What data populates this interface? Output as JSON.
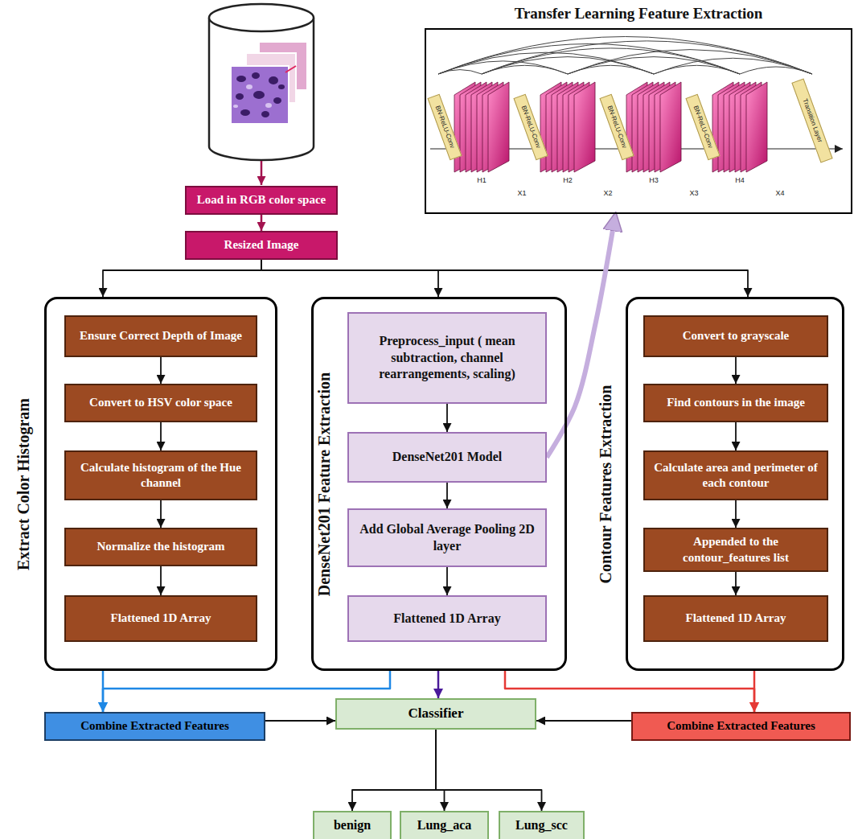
{
  "diagram": {
    "nodes": [
      {
        "text": [
          "Transfer Learning Feature Extraction"
        ]
      },
      {
        "text": [
          "Load in RGB color space"
        ]
      },
      {
        "text": [
          "Resized Image"
        ]
      },
      {
        "text": [
          "Extract Color Histogram"
        ]
      },
      {
        "text": [
          "Ensure Correct Depth of Image"
        ],
        "in": 3
      },
      {
        "text": [
          "Convert to HSV color space"
        ],
        "in": 3
      },
      {
        "text": [
          "Calculate histogram of the Hue channel"
        ],
        "in": 3
      },
      {
        "text": [
          "Normalize the histogram"
        ],
        "in": 3
      },
      {
        "text": [
          "Flattened 1D Array"
        ],
        "in": 3
      },
      {
        "text": [
          "DenseNet201 Feature Extraction"
        ]
      },
      {
        "text": [
          "Preprocess_input ( mean subtraction, channel rearrangements, scaling)"
        ],
        "in": 9
      },
      {
        "text": [
          "DenseNet201 Model"
        ],
        "in": 9
      },
      {
        "text": [
          "Add Global Average Pooling 2D layer"
        ],
        "in": 9
      },
      {
        "text": [
          "Flattened 1D Array"
        ],
        "in": 9
      },
      {
        "text": [
          "Contour Features Extraction"
        ]
      },
      {
        "text": [
          "Convert to grayscale"
        ],
        "in": 14
      },
      {
        "text": [
          "Find contours in the image"
        ],
        "in": 14
      },
      {
        "text": [
          "Calculate area and perimeter of each contour"
        ],
        "in": 14
      },
      {
        "text": [
          "Appended to the contour_features list"
        ],
        "in": 14
      },
      {
        "text": [
          "Flattened 1D Array"
        ],
        "in": 14
      },
      {
        "text": [
          "Combine Extracted Features"
        ]
      },
      {
        "text": [
          "Classifier"
        ]
      },
      {
        "text": [
          "Combine Extracted Features"
        ]
      },
      {
        "text": [
          "benign"
        ]
      },
      {
        "text": [
          "Lung_aca"
        ]
      },
      {
        "text": [
          "Lung_scc"
        ]
      }
    ],
    "edges": [
      {
        "from": 1,
        "to": 2,
        "arrow": "to"
      },
      {
        "from": 2,
        "to": 3,
        "arrow": "to"
      },
      {
        "from": 2,
        "to": 9,
        "arrow": "to"
      },
      {
        "from": 2,
        "to": 14,
        "arrow": "to"
      },
      {
        "from": 4,
        "to": 5,
        "arrow": "to"
      },
      {
        "from": 5,
        "to": 6,
        "arrow": "to"
      },
      {
        "from": 6,
        "to": 7,
        "arrow": "to"
      },
      {
        "from": 7,
        "to": 8,
        "arrow": "to"
      },
      {
        "from": 10,
        "to": 11,
        "arrow": "to"
      },
      {
        "from": 11,
        "to": 12,
        "arrow": "to"
      },
      {
        "from": 12,
        "to": 13,
        "arrow": "to"
      },
      {
        "from": 15,
        "to": 16,
        "arrow": "to"
      },
      {
        "from": 16,
        "to": 17,
        "arrow": "to"
      },
      {
        "from": 17,
        "to": 18,
        "arrow": "to"
      },
      {
        "from": 18,
        "to": 19,
        "arrow": "to"
      },
      {
        "from": 11,
        "to": 0,
        "arrow": "to"
      },
      {
        "from": 3,
        "to": 20,
        "arrow": "to"
      },
      {
        "from": 9,
        "to": 20,
        "arrow": "to"
      },
      {
        "from": 9,
        "to": 21,
        "arrow": "to"
      },
      {
        "from": 9,
        "to": 22,
        "arrow": "to"
      },
      {
        "from": 14,
        "to": 22,
        "arrow": "to"
      },
      {
        "from": 20,
        "to": 21,
        "arrow": "to"
      },
      {
        "from": 22,
        "to": 21,
        "arrow": "to"
      },
      {
        "from": 21,
        "to": 23,
        "arrow": "to"
      },
      {
        "from": 21,
        "to": 24,
        "arrow": "to"
      },
      {
        "from": 21,
        "to": 25,
        "arrow": "to"
      }
    ],
    "labels": [
      "BN-ReLU-Conv",
      "H1",
      "X1",
      "BN-ReLU-Conv",
      "H2",
      "X2",
      "BN-ReLU-Conv",
      "H3",
      "X3",
      "BN-ReLU-Conv",
      "H4",
      "X4",
      "Transition Layer"
    ]
  }
}
